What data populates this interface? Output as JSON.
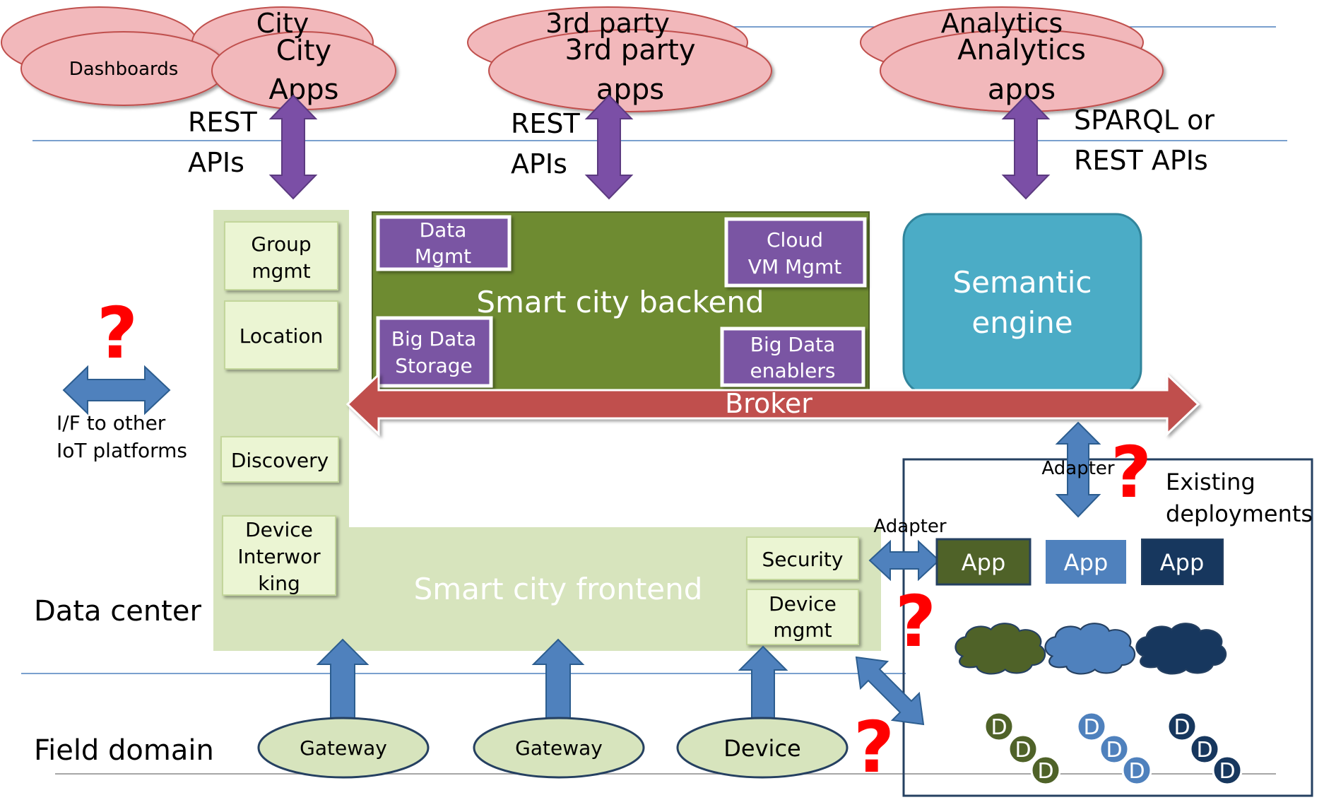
{
  "top_clouds": {
    "city_back": "City",
    "city_front": [
      "City",
      "Apps"
    ],
    "dashboards": "Dashboards",
    "third_back": "3rd party",
    "third_front": [
      "3rd party",
      "apps"
    ],
    "analytics_back": "Analytics",
    "analytics_front": [
      "Analytics",
      "apps"
    ]
  },
  "api_labels": {
    "rest1": [
      "REST",
      "APIs"
    ],
    "rest2": [
      "REST",
      "APIs"
    ],
    "sparql": [
      "SPARQL or",
      "REST APIs"
    ]
  },
  "frontend_modules": {
    "group": [
      "Group",
      "mgmt"
    ],
    "location": "Location",
    "discovery": "Discovery",
    "device_interworking": [
      "Device",
      "Interwor",
      "king"
    ],
    "security": "Security",
    "device_mgmt": [
      "Device",
      "mgmt"
    ]
  },
  "backend": {
    "title": "Smart city backend",
    "data_mgmt": [
      "Data",
      "Mgmt"
    ],
    "cloud_vm": [
      "Cloud",
      "VM Mgmt"
    ],
    "big_data_storage": [
      "Big Data",
      "Storage"
    ],
    "big_data_enablers": [
      "Big Data",
      "enablers"
    ]
  },
  "semantic_engine": [
    "Semantic",
    "engine"
  ],
  "broker": "Broker",
  "frontend_title": "Smart city frontend",
  "other_iot": [
    "I/F to other",
    "IoT platforms"
  ],
  "question_mark": "?",
  "adapters": {
    "top": "Adapter",
    "side": "Adapter"
  },
  "existing": {
    "title": [
      "Existing",
      "deployments"
    ],
    "apps": [
      "App",
      "App",
      "App"
    ],
    "device_letter": "D"
  },
  "zones": {
    "data_center": "Data center",
    "field_domain": "Field domain"
  },
  "field": {
    "gateway1": "Gateway",
    "gateway2": "Gateway",
    "device": "Device"
  },
  "colors": {
    "cloud_fill": "#f2b8bb",
    "cloud_stroke": "#c0504d",
    "arrow_purple": "#7b4fa6",
    "arrow_blue": "#4f81bd",
    "backend_green": "#6e8b31",
    "module_purple": "#7a55a3",
    "frontend_bg": "#d7e4bd",
    "module_green": "#ebf5d3",
    "semantic_fill": "#4bacc6",
    "broker_red": "#c0504d",
    "question_red": "#ff0000",
    "deploy_dark_green": "#4f6228",
    "deploy_blue": "#4f81bd",
    "deploy_navy": "#17375e",
    "field_fill": "#d7e4bd",
    "field_stroke": "#254061",
    "line_blue": "#4f81bd"
  }
}
